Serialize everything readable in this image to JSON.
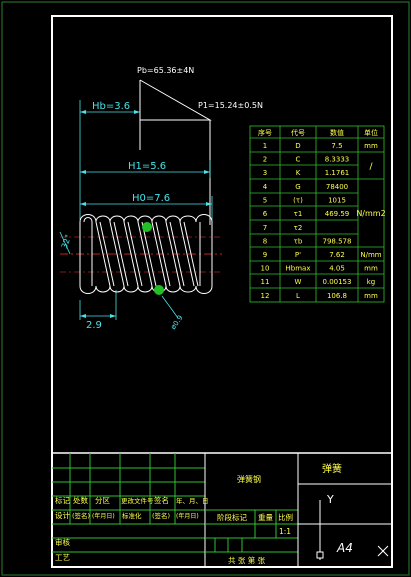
{
  "drawing": {
    "load_max": "Pb=65.36±4N",
    "load_min": "P1=15.24±0.5N",
    "dim_hb": "Hb=3.6",
    "dim_h1": "H1=5.6",
    "dim_h0": "H0=7.6",
    "dim_pitch": "2.9",
    "dim_angle": "32°",
    "dim_wire": "ø0.9"
  },
  "param_table": {
    "headers": [
      "序号",
      "代号",
      "数值",
      "单位"
    ],
    "rows": [
      {
        "n": "1",
        "sym": "D",
        "val": "7.5",
        "unit": "mm"
      },
      {
        "n": "2",
        "sym": "C",
        "val": "8.3333",
        "unit": ""
      },
      {
        "n": "3",
        "sym": "K",
        "val": "1.1761",
        "unit": ""
      },
      {
        "n": "4",
        "sym": "G",
        "val": "78400",
        "unit": ""
      },
      {
        "n": "5",
        "sym": "(τ)",
        "val": "1015",
        "unit": ""
      },
      {
        "n": "6",
        "sym": "τ1",
        "val": "469.59",
        "unit": ""
      },
      {
        "n": "7",
        "sym": "τ2",
        "val": "",
        "unit": ""
      },
      {
        "n": "8",
        "sym": "τb",
        "val": "798.578",
        "unit": ""
      },
      {
        "n": "9",
        "sym": "P'",
        "val": "7.62",
        "unit": "N/mm"
      },
      {
        "n": "10",
        "sym": "Hbmax",
        "val": "4.05",
        "unit": "mm"
      },
      {
        "n": "11",
        "sym": "W",
        "val": "0.00153",
        "unit": "kg"
      },
      {
        "n": "12",
        "sym": "L",
        "val": "106.8",
        "unit": "mm"
      }
    ],
    "merged_units": {
      "slash": "/",
      "stress": "N/mm2"
    }
  },
  "title_block": {
    "material": "弹簧钢",
    "part_name": "弹簧",
    "row_labels": [
      "标记",
      "处数",
      "分区",
      "更改文件号",
      "签名",
      "年、月、日"
    ],
    "row2_labels": [
      "设计",
      "(签名)",
      "(年月日)",
      "标准化",
      "(签名)",
      "(年月日)"
    ],
    "review": "审核",
    "process": "工艺",
    "stage_mark": "阶段标记",
    "weight": "重量",
    "scale": "比例",
    "scale_value": "1:1",
    "sheets": "共  张  第  张",
    "sheet_size": "A4"
  },
  "colors": {
    "frame": "#ffffff",
    "table_lines": "#31c12e",
    "table_text": "#ffff4d",
    "dimension": "#48e2e8",
    "spring": "#ffffff",
    "centerline": "#ff3030"
  }
}
